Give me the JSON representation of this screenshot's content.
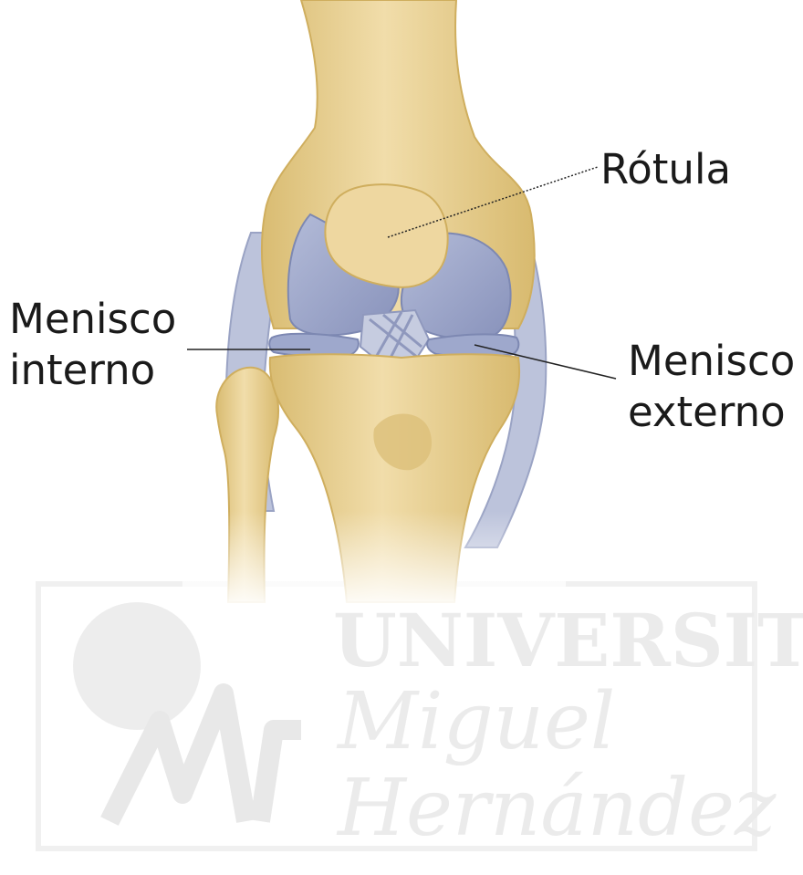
{
  "labels": {
    "rotula": "Rótula",
    "menisco_interno": [
      "Menisco",
      "interno"
    ],
    "menisco_externo": [
      "Menisco",
      "externo"
    ]
  },
  "watermark": {
    "line1": "UNIVERSITAS",
    "line2": "Miguel",
    "line3": "Hernández"
  },
  "colors": {
    "bone": "#ecd7a0",
    "bone_shadow": "#d6b96e",
    "cartilage": "#9ea8cc",
    "ligament": "#b8c0d8",
    "leader_line": "#222222",
    "watermark": "#e9e9e9"
  }
}
